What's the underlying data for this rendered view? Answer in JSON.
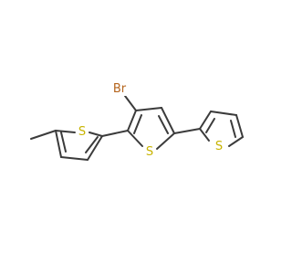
{
  "molecule": {
    "atoms": {
      "br": {
        "symbol": "Br",
        "color": "#b5651d"
      },
      "s_left": {
        "symbol": "S",
        "color": "#c8b400"
      },
      "s_center": {
        "symbol": "S",
        "color": "#c8b400"
      },
      "s_right": {
        "symbol": "S",
        "color": "#c8b400"
      }
    },
    "bond_color": "#3b3b3b"
  }
}
